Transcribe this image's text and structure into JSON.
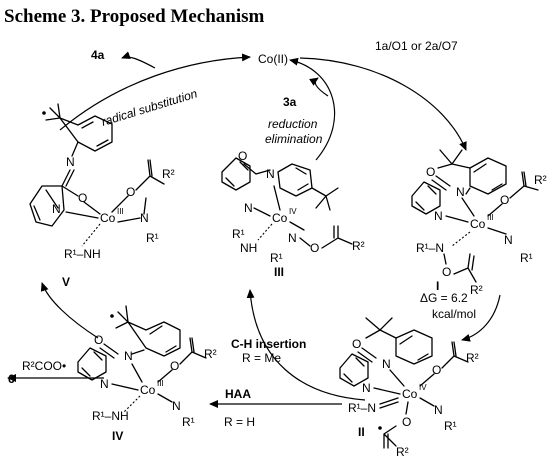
{
  "title": "Scheme 3. Proposed Mechanism",
  "center": "Co(II)",
  "labels": {
    "four_a": "4a",
    "radical_substitution": "radical substitution",
    "reagents_top_right": "1a/O1 or 2a/O7",
    "three_a": "3a",
    "reduction": "reduction",
    "elimination": "elimination",
    "delta_g": "ΔG = 6.2",
    "kcal": "kcal/mol",
    "ch_insertion": "C-H insertion",
    "r_me": "R = Me",
    "haa": "HAA",
    "r_h": "R = H",
    "six": "6",
    "r2coo": "R²COO•"
  },
  "intermediates": {
    "I": "I",
    "II": "II",
    "III": "III",
    "IV": "IV",
    "V": "V"
  },
  "atoms": {
    "co": "Co",
    "n": "N",
    "o": "O",
    "r1nh": "R¹–NH",
    "r1n": "R¹–N",
    "r1": "R¹",
    "r2": "R²",
    "ox_III": "III",
    "ox_IV": "IV",
    "radical": "•"
  }
}
